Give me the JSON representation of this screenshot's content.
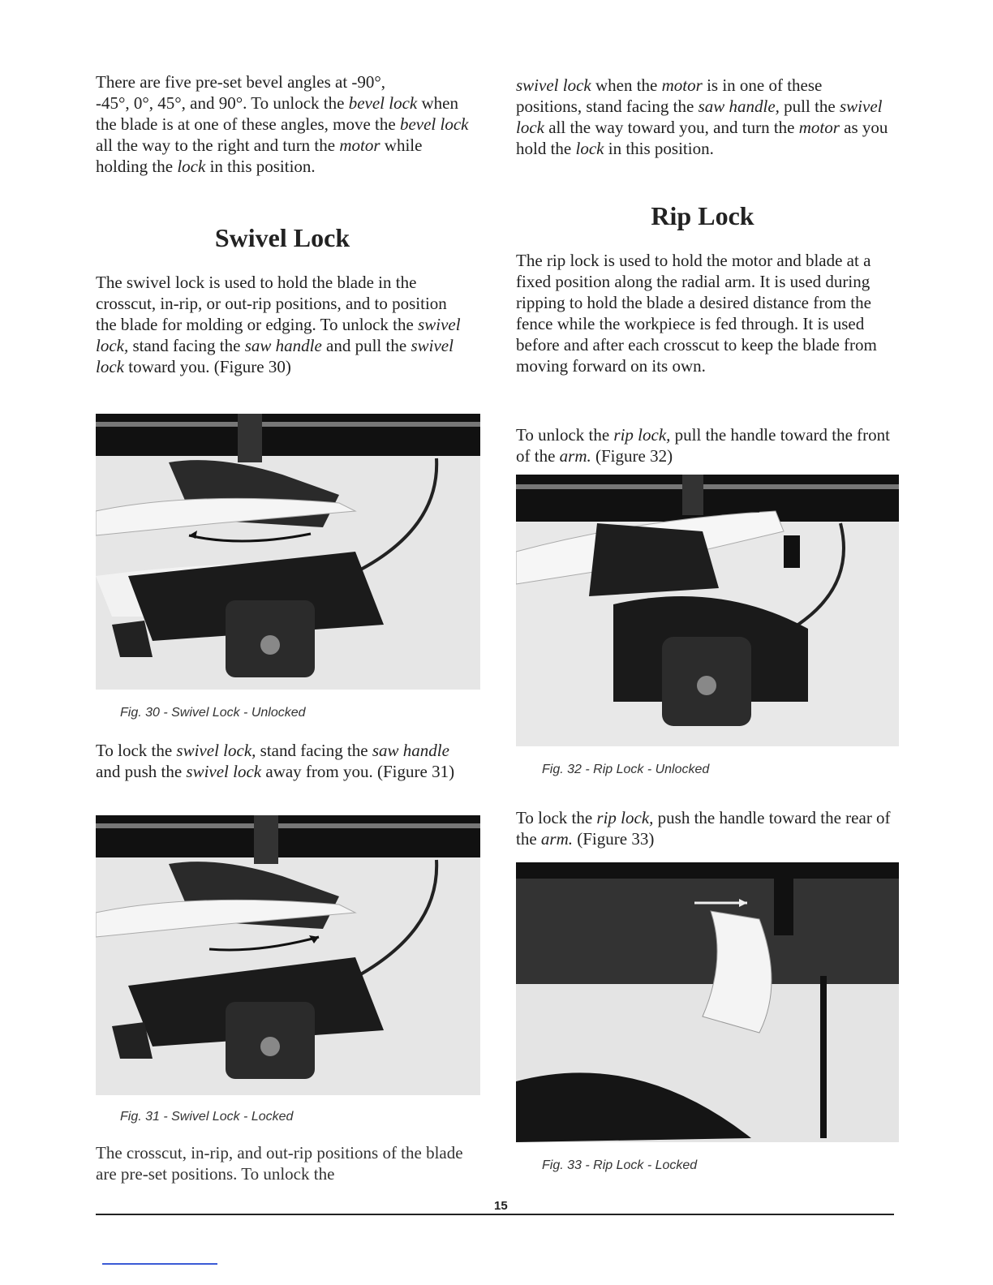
{
  "left": {
    "p1": [
      "There are five pre-set bevel angles at -90°,",
      "-45°, 0°, 45°, and 90°. To unlock the ",
      "bevel lock",
      " when the blade is at one of these angles, move the ",
      "bevel lock",
      " all the way to the right and turn the ",
      "motor",
      " while holding the ",
      "lock",
      " in this position."
    ],
    "heading_swivel": "Swivel Lock",
    "p2": [
      "The swivel lock is used to hold the blade in the crosscut, in-rip, or out-rip positions, and to position the blade for molding or edging. To unlock the ",
      "swivel lock,",
      " stand facing the ",
      "saw handle",
      " and pull the ",
      "swivel lock",
      " toward you. (Figure 30)"
    ],
    "fig30_caption": "Fig. 30 - Swivel Lock - Unlocked",
    "p3": [
      "To lock the ",
      "swivel lock,",
      " stand facing the ",
      "saw handle",
      " and push the ",
      "swivel lock",
      " away from you. (Figure 31)"
    ],
    "fig31_caption": "Fig. 31 - Swivel Lock - Locked",
    "p4": "The crosscut, in-rip, and out-rip positions of the blade are pre-set positions. To unlock the"
  },
  "right": {
    "p1": [
      "swivel lock",
      " when the ",
      "motor",
      " is in one of these positions, stand facing the ",
      "saw handle,",
      " pull the ",
      "swivel lock",
      " all the way toward you, and turn the ",
      "motor",
      " as you hold the ",
      "lock",
      " in this position."
    ],
    "heading_rip": "Rip Lock",
    "p2": "The rip lock is used to hold the motor and blade at a fixed position along the radial arm. It is used during ripping to hold the blade a desired distance from the fence while the workpiece is fed through. It is used before and after each crosscut to keep the blade from moving forward on its own.",
    "p3": [
      "To unlock the ",
      "rip lock,",
      " pull the handle toward the front of the ",
      "arm.",
      " (Figure 32)"
    ],
    "fig32_caption": "Fig. 32 - Rip Lock - Unlocked",
    "p4": [
      "To lock the ",
      "rip lock,",
      " push the handle toward the rear of the ",
      "arm.",
      " (Figure 33)"
    ],
    "fig33_caption": "Fig. 33 - Rip Lock - Locked"
  },
  "page_number": "15"
}
